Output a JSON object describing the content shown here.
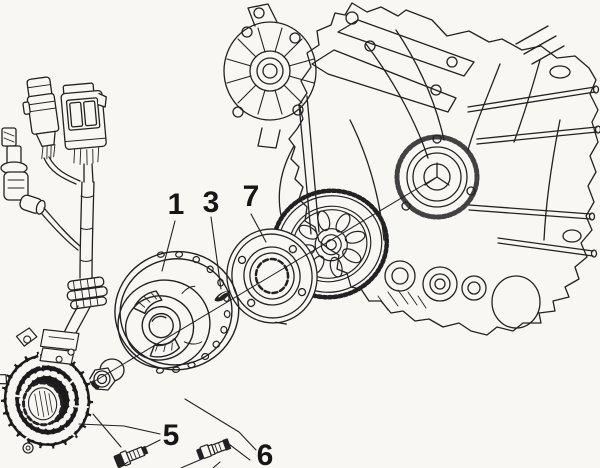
{
  "figure": {
    "type": "exploded-parts-diagram",
    "subject": "flywheel-magneto and starter gear on engine crankcase",
    "background_color": "#f8f7f3",
    "ink_color": "#1c1c1c",
    "callouts": [
      {
        "number": "1",
        "part": "flywheel-rotor"
      },
      {
        "number": "3",
        "part": "woodruff-key"
      },
      {
        "number": "7",
        "part": "starter-clutch-flange"
      },
      {
        "number": "5",
        "part": "stator-mounting-bolt"
      },
      {
        "number": "6",
        "part": "flange-mounting-bolt"
      }
    ]
  }
}
